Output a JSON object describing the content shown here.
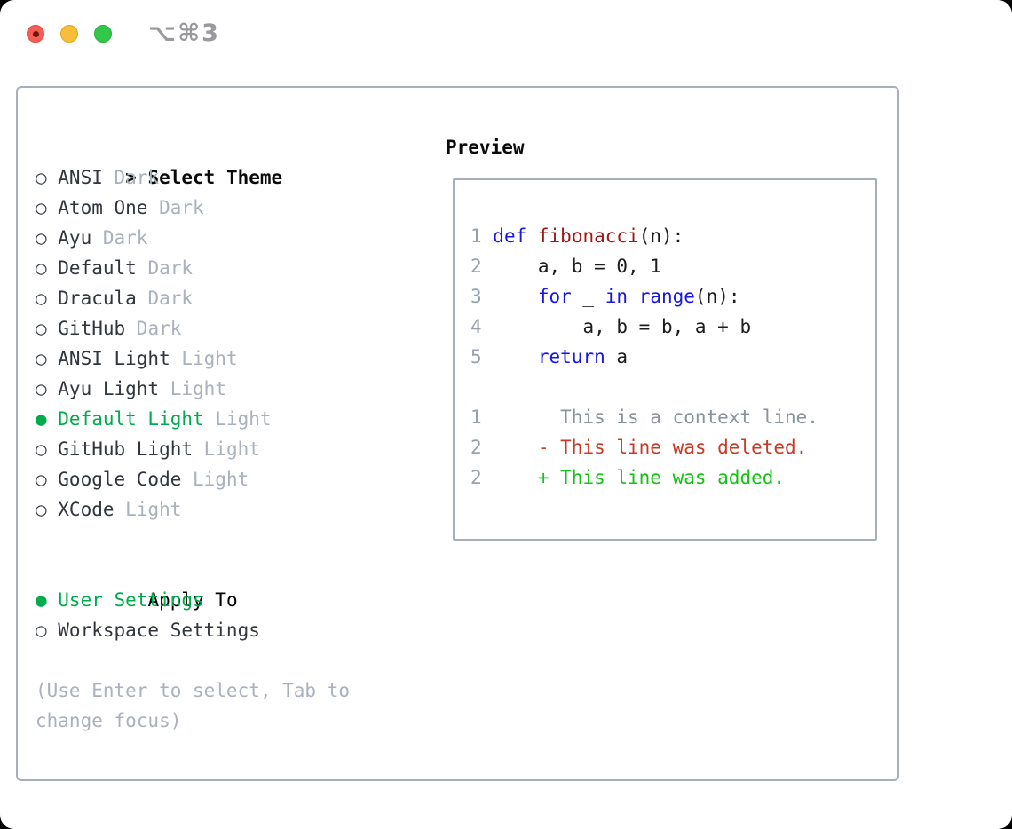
{
  "window": {
    "shortcut_label": "⌥⌘3",
    "traffic_lights": [
      "close",
      "minimize",
      "zoom"
    ]
  },
  "theme_panel": {
    "header": {
      "prompt": ">",
      "label": "Select Theme"
    },
    "selected_marker": "●",
    "unselected_marker": "○",
    "themes": [
      {
        "name": "ANSI",
        "tag": "Dark",
        "selected": false
      },
      {
        "name": "Atom One",
        "tag": "Dark",
        "selected": false
      },
      {
        "name": "Ayu",
        "tag": "Dark",
        "selected": false
      },
      {
        "name": "Default",
        "tag": "Dark",
        "selected": false
      },
      {
        "name": "Dracula",
        "tag": "Dark",
        "selected": false
      },
      {
        "name": "GitHub",
        "tag": "Dark",
        "selected": false
      },
      {
        "name": "ANSI Light",
        "tag": "Light",
        "selected": false
      },
      {
        "name": "Ayu Light",
        "tag": "Light",
        "selected": false
      },
      {
        "name": "Default Light",
        "tag": "Light",
        "selected": true
      },
      {
        "name": "GitHub Light",
        "tag": "Light",
        "selected": false
      },
      {
        "name": "Google Code",
        "tag": "Light",
        "selected": false
      },
      {
        "name": "XCode",
        "tag": "Light",
        "selected": false
      }
    ],
    "apply_to": {
      "label": "Apply To",
      "options": [
        {
          "name": "User Settings",
          "selected": true
        },
        {
          "name": "Workspace Settings",
          "selected": false
        }
      ]
    },
    "hint": "(Use Enter to select, Tab to change focus)"
  },
  "preview": {
    "header": "Preview",
    "code_lines": [
      [
        {
          "t": "1 ",
          "c": "num"
        },
        {
          "t": "def",
          "c": "kw"
        },
        {
          "t": " ",
          "c": "plain"
        },
        {
          "t": "fibonacci",
          "c": "fn"
        },
        {
          "t": "(n):",
          "c": "plain"
        }
      ],
      [
        {
          "t": "2 ",
          "c": "num"
        },
        {
          "t": "    a, b = 0, 1",
          "c": "plain"
        }
      ],
      [
        {
          "t": "3 ",
          "c": "num"
        },
        {
          "t": "    ",
          "c": "plain"
        },
        {
          "t": "for",
          "c": "kw"
        },
        {
          "t": " _ ",
          "c": "plain"
        },
        {
          "t": "in",
          "c": "kw"
        },
        {
          "t": " ",
          "c": "plain"
        },
        {
          "t": "range",
          "c": "kw"
        },
        {
          "t": "(n):",
          "c": "plain"
        }
      ],
      [
        {
          "t": "4 ",
          "c": "num"
        },
        {
          "t": "        a, b = b, a + b",
          "c": "plain"
        }
      ],
      [
        {
          "t": "5 ",
          "c": "num"
        },
        {
          "t": "    ",
          "c": "plain"
        },
        {
          "t": "return",
          "c": "kw"
        },
        {
          "t": " a",
          "c": "plain"
        }
      ],
      [],
      [
        {
          "t": "1 ",
          "c": "num"
        },
        {
          "t": "      This is a context line.",
          "c": "ctx"
        }
      ],
      [
        {
          "t": "2 ",
          "c": "num"
        },
        {
          "t": "    ",
          "c": "plain"
        },
        {
          "t": "- This line was deleted.",
          "c": "del"
        }
      ],
      [
        {
          "t": "2 ",
          "c": "num"
        },
        {
          "t": "    ",
          "c": "plain"
        },
        {
          "t": "+ This line was added.",
          "c": "add"
        }
      ]
    ]
  },
  "colors": {
    "accent_green": "#00ab4c",
    "keyword_blue": "#1717e6",
    "function_red": "#a31515",
    "diff_deleted_red": "#c83a26",
    "diff_added_green": "#12c312",
    "muted_gray": "#a9b1bc",
    "text_dark": "#30363d",
    "panel_border": "#a7afba",
    "line_number_gray": "#97a1ad",
    "traffic_red": "#f35f55",
    "traffic_yellow": "#f8bd39",
    "traffic_green": "#32c749"
  }
}
